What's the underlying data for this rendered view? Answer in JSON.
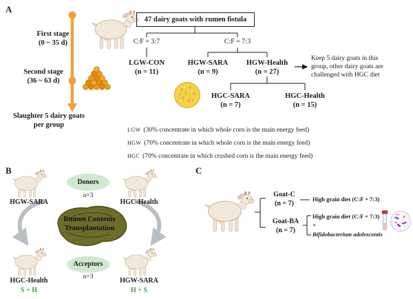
{
  "colors": {
    "timeline_orange": "#F0A13B",
    "ellipse_green": "#CFE9CF",
    "tag_green": "#3AA546",
    "rumen_olive": "#6E6C2A",
    "arrow_gray": "#B9BFC5"
  },
  "panelA": {
    "label": "A",
    "timeline": {
      "first_stage": "First stage\n(0 ~ 35 d)",
      "second_stage": "Second stage\n(36 ~ 63 d)",
      "slaughter_note": "Slaughter 5 dairy goats\nper group"
    },
    "flow": {
      "root": "47 dairy goats with rumen fistula",
      "branch_left": "C:F = 3:7",
      "branch_right": "C:F = 7:3",
      "lgw_con": "LGW-CON\n(n = 11)",
      "hgw_sara": "HGW-SARA\n(n = 9)",
      "hgw_health": "HGW-Health\n(n = 27)",
      "keep_note": "Keep 5 dairy goats in this\ngroup, other dairy goats are\nchallenged with HGC diet",
      "hgc_sara": "HGC-SARA\n(n = 7)",
      "hgc_health": "HGC-Health\n(n = 15)"
    },
    "legend": [
      {
        "abbr": "LGW",
        "text": "(30% concentrate in which whole corn is the main energy feed)"
      },
      {
        "abbr": "HGW",
        "text": "(70% concentrate in which whole corn is the main energy feed)"
      },
      {
        "abbr": "HGC",
        "text": "(70% concentrate in which crushed corn is the main energy feed)"
      }
    ]
  },
  "panelB": {
    "label": "B",
    "donor_top_left": "HGW-SARA",
    "donor_top_right": "HGC-Health",
    "donors": {
      "title": "Donors",
      "count": "n=3"
    },
    "acceptors": {
      "title": "Acceptors",
      "count": "n=3"
    },
    "rumen_text": "Rumen Contents\nTransplantation",
    "acceptor_bottom_left": {
      "name": "HGC-Health",
      "tag": "S + H"
    },
    "acceptor_bottom_right": {
      "name": "HGW-SARA",
      "tag": "H + S"
    }
  },
  "panelC": {
    "label": "C",
    "goat_c": "Goat-C\n(n = 7)",
    "goat_ba": "Goat-BA\n(n = 7)",
    "diet_c": "High grain diet (C:F = 7:3)",
    "diet_ba": "High grain diet (C:F = 7:3)",
    "plus": "+",
    "species": "Bifidobacterium adolescentis"
  }
}
